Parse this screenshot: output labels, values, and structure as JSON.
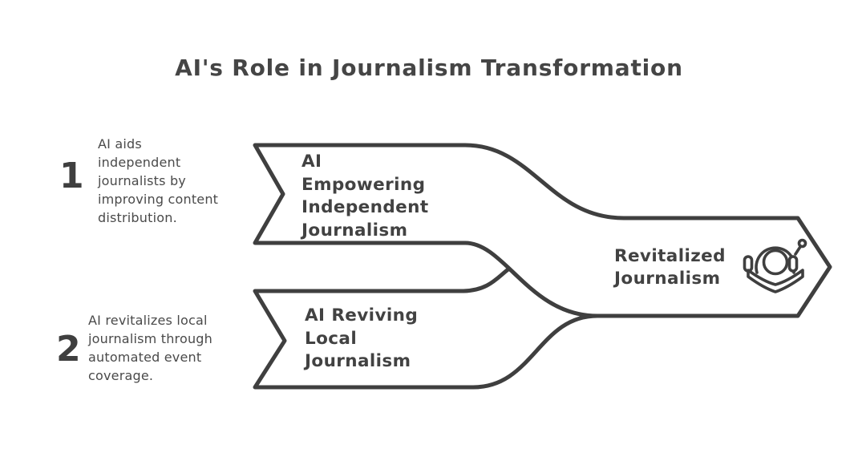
{
  "title": "AI's Role in Journalism Transformation",
  "colors": {
    "ink": "#3f3f3f",
    "text": "#4a4a4a",
    "background": "#ffffff"
  },
  "steps": [
    {
      "number": "1",
      "description": "AI aids\nindependent\njournalists by\nimproving content\ndistribution."
    },
    {
      "number": "2",
      "description": "AI revitalizes local\njournalism through\nautomated event\ncoverage."
    }
  ],
  "banners": [
    {
      "label": "AI\nEmpowering\nIndependent\nJournalism"
    },
    {
      "label": "AI Reviving\nLocal\nJournalism"
    }
  ],
  "output": {
    "label": "Revitalized\nJournalism",
    "icon": "news-podcast-icon"
  }
}
